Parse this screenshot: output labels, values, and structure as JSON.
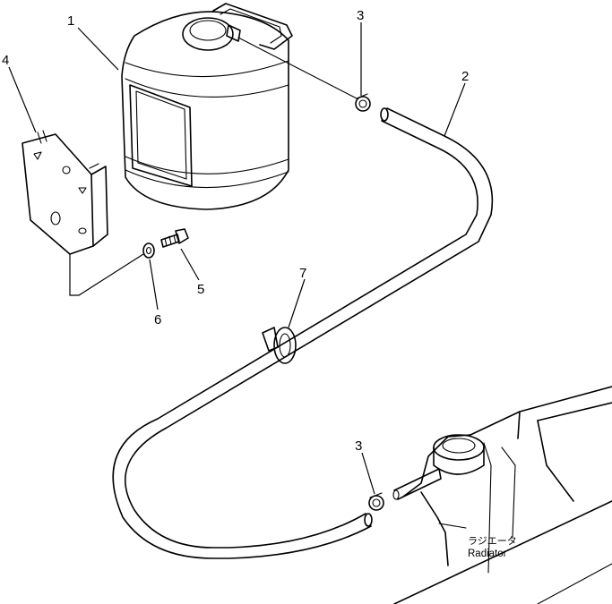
{
  "callouts": {
    "c1": "1",
    "c2": "2",
    "c3a": "3",
    "c3b": "3",
    "c4": "4",
    "c5": "5",
    "c6": "6",
    "c7": "7"
  },
  "labels": {
    "radiator_jp": "ラジエータ",
    "radiator_en": "Radiator"
  }
}
